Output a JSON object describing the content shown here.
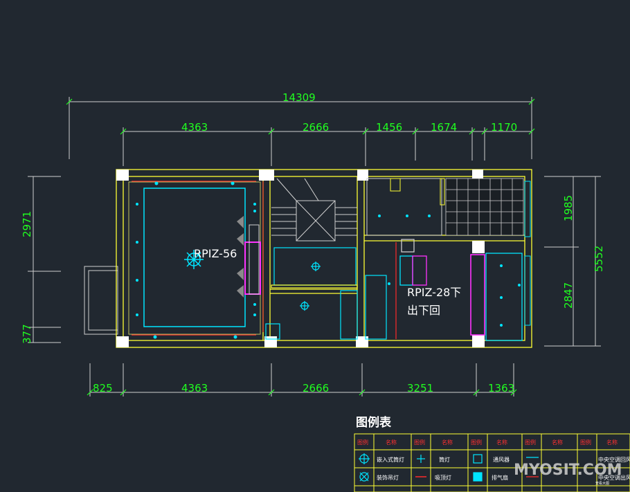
{
  "dimensions": {
    "top_total": "14309",
    "top_segments": [
      "4363",
      "2666",
      "1456",
      "1674",
      "1170"
    ],
    "bottom_segments": [
      "825",
      "4363",
      "2666",
      "3251",
      "1363"
    ],
    "left_upper": "2971",
    "left_lower": "377",
    "right_upper": "1985",
    "right_lower": "2847",
    "right_total": "5552"
  },
  "rooms": {
    "unit_left": "RPIZ-56",
    "unit_right_line1": "RPIZ-28下",
    "unit_right_line2": "出下回"
  },
  "legend": {
    "title": "图例表",
    "header_icon": "图例",
    "header_name": "名称",
    "row1": [
      "筒灯",
      "通风器",
      "中央空调回风口"
    ],
    "row2": [
      "吸顶灯",
      "排气扇",
      "中央空调出风口"
    ],
    "row1_first": "嵌入式筒灯",
    "row2_first": "装饰吊灯"
  },
  "watermark": {
    "text": "MYOSIT.COM",
    "sub": "查看大图"
  },
  "colors": {
    "background": "#212830",
    "wall": "#ffff33",
    "dimension": "#20ff20",
    "fixture": "#00e5ff",
    "duct": "#ff33ff",
    "red_line": "#ff2a2a"
  }
}
